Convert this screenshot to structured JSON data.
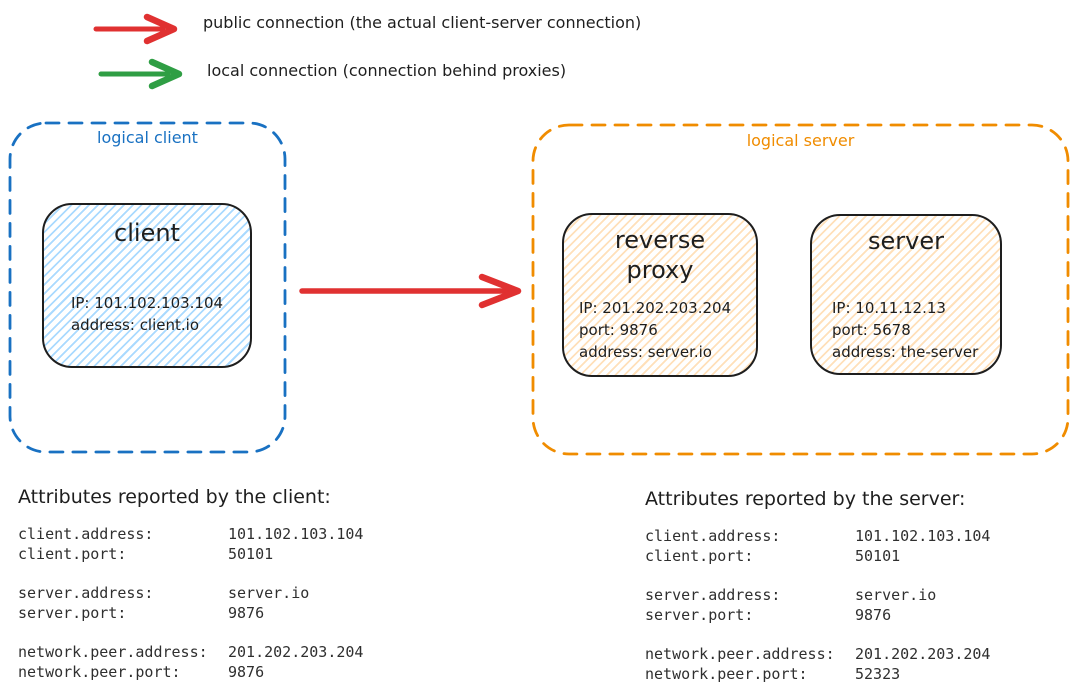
{
  "legend": {
    "public": {
      "label": "public connection (the actual client-server connection)",
      "color": "#e03131"
    },
    "local": {
      "label": "local connection (connection behind proxies)",
      "color": "#2f9e44"
    }
  },
  "logical_client": {
    "label": "logical client",
    "border_color": "#1971c2",
    "client_node": {
      "title": "client",
      "fill": "#a5d8ff",
      "ip": "IP: 101.102.103.104",
      "address": "address: client.io"
    }
  },
  "logical_server": {
    "label": "logical server",
    "border_color": "#f08c00",
    "reverse_proxy_node": {
      "title": "reverse proxy",
      "fill": "#ffd8a8",
      "ip": "IP: 201.202.203.204",
      "port": "port: 9876",
      "address": "address: server.io"
    },
    "server_node": {
      "title": "server",
      "fill": "#ffd8a8",
      "ip": "IP: 10.11.12.13",
      "port": "port: 5678",
      "address": "address: the-server"
    }
  },
  "client_attributes": {
    "title": "Attributes reported by the client:",
    "rows": [
      {
        "label": "client.address:",
        "value": "101.102.103.104"
      },
      {
        "label": "client.port:",
        "value": "50101"
      },
      {
        "label": "server.address:",
        "value": "server.io"
      },
      {
        "label": "server.port:",
        "value": "9876"
      },
      {
        "label": "network.peer.address:",
        "value": "201.202.203.204"
      },
      {
        "label": "network.peer.port:",
        "value": "9876"
      }
    ]
  },
  "server_attributes": {
    "title": "Attributes reported by the server:",
    "rows": [
      {
        "label": "client.address:",
        "value": "101.102.103.104"
      },
      {
        "label": "client.port:",
        "value": "50101"
      },
      {
        "label": "server.address:",
        "value": "server.io"
      },
      {
        "label": "server.port:",
        "value": "9876"
      },
      {
        "label": "network.peer.address:",
        "value": "201.202.203.204"
      },
      {
        "label": "network.peer.port:",
        "value": "52323"
      }
    ]
  },
  "colors": {
    "public_arrow": "#e03131",
    "local_arrow": "#2f9e44",
    "logical_client_border": "#1971c2",
    "logical_server_border": "#f08c00",
    "node_border": "#1e1e1e",
    "client_fill": "#a5d8ff",
    "server_fill": "#ffd8a8"
  }
}
